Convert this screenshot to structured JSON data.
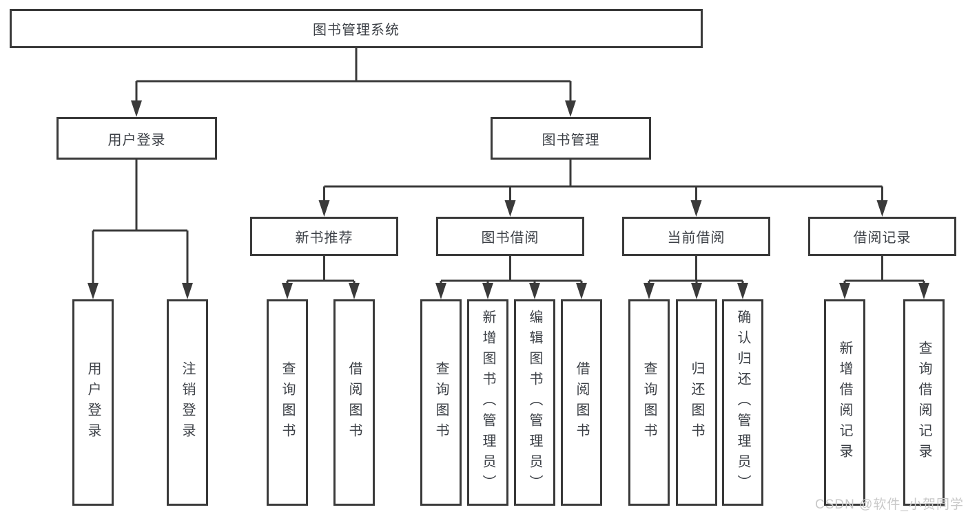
{
  "diagram": {
    "title": "图书管理系统",
    "level2": [
      {
        "label": "用户登录"
      },
      {
        "label": "图书管理"
      }
    ],
    "level3": [
      {
        "label": "新书推荐",
        "parent": "图书管理"
      },
      {
        "label": "图书借阅",
        "parent": "图书管理"
      },
      {
        "label": "当前借阅",
        "parent": "图书管理"
      },
      {
        "label": "借阅记录",
        "parent": "图书管理"
      }
    ],
    "leaves": [
      {
        "label": "用户登录",
        "parent": "用户登录"
      },
      {
        "label": "注销登录",
        "parent": "用户登录"
      },
      {
        "label": "查询图书",
        "parent": "新书推荐"
      },
      {
        "label": "借阅图书",
        "parent": "新书推荐"
      },
      {
        "label": "查询图书",
        "parent": "图书借阅"
      },
      {
        "label": "新增图书（管理员）",
        "parent": "图书借阅"
      },
      {
        "label": "编辑图书（管理员）",
        "parent": "图书借阅"
      },
      {
        "label": "借阅图书",
        "parent": "图书借阅"
      },
      {
        "label": "查询图书",
        "parent": "当前借阅"
      },
      {
        "label": "归还图书",
        "parent": "当前借阅"
      },
      {
        "label": "确认归还（管理员）",
        "parent": "当前借阅"
      },
      {
        "label": "新增借阅记录",
        "parent": "借阅记录"
      },
      {
        "label": "查询借阅记录",
        "parent": "借阅记录"
      }
    ]
  },
  "watermark": "CSDN @软件_小贺同学",
  "colors": {
    "line": "#3a3a3a",
    "text": "#3d4147",
    "watermark": "#c9c9c9",
    "background": "#ffffff"
  }
}
